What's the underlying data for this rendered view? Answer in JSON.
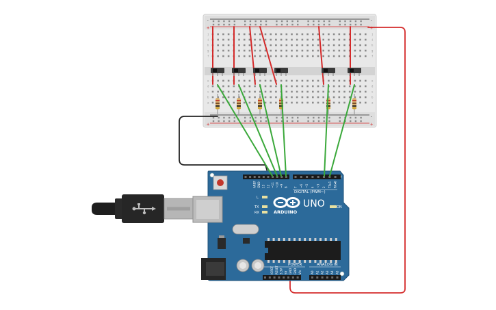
{
  "arduino": {
    "logo_text": "ARDUINO",
    "model": "UNO",
    "digital_label": "DIGITAL (PWM~)",
    "power_label": "POWER",
    "analog_label": "ANALOG IN",
    "on_label": "ON",
    "led_labels": [
      "L",
      "TX",
      "RX"
    ],
    "digital_pins": [
      "AREF",
      "GND",
      "13",
      "12",
      "~11",
      "~10",
      "~9",
      "8",
      "7",
      "~6",
      "~5",
      "4",
      "~3",
      "2",
      "TX▸1",
      "RX◂0"
    ],
    "power_pins": [
      "IOREF",
      "RESET",
      "3.3V",
      "5V",
      "GND",
      "GND",
      "Vin"
    ],
    "analog_pins": [
      "A0",
      "A1",
      "A2",
      "A3",
      "A4",
      "A5"
    ]
  },
  "breadboard": {
    "rail_plus": "+",
    "rail_minus": "-",
    "row_letters_top": [
      "j",
      "i",
      "h",
      "g",
      "f"
    ],
    "row_letters_bottom": [
      "e",
      "d",
      "c",
      "b",
      "a"
    ]
  },
  "colors": {
    "signal_wire": "#3aa83a",
    "power_wire": "#d42a2a",
    "ground_wire": "#222222",
    "board": "#2c6a9a",
    "breadboard": "#e6e6e6"
  }
}
